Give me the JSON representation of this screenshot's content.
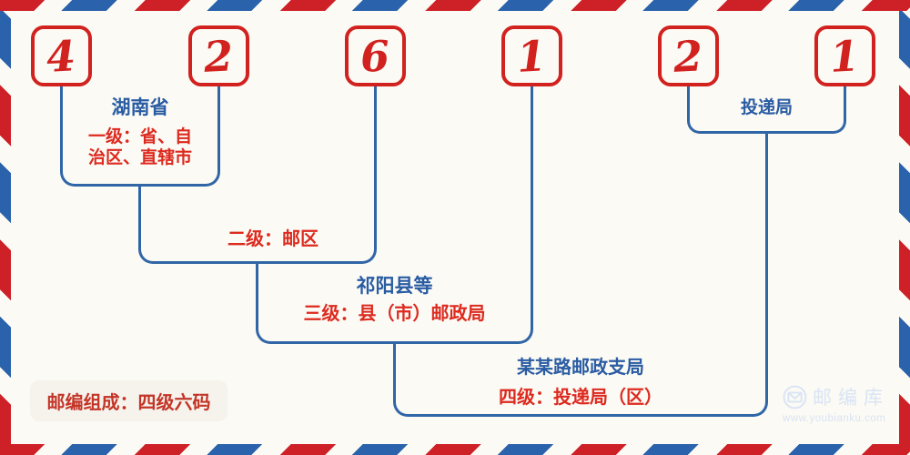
{
  "code_digits": [
    "4",
    "2",
    "6",
    "1",
    "2",
    "1"
  ],
  "level1": {
    "title": "湖南省",
    "desc_line1": "一级：省、自",
    "desc_line2": "治区、直辖市"
  },
  "level2": {
    "label": "二级：邮区"
  },
  "level3": {
    "title": "祁阳县等",
    "desc": "三级：县（市）邮政局"
  },
  "level4": {
    "title": "某某路邮政支局",
    "desc": "四级：投递局（区）"
  },
  "delivery_bracket": {
    "label": "投递局"
  },
  "badge": {
    "text": "邮编组成：四级六码"
  },
  "watermark": {
    "brand": "邮编库",
    "url": "www.youbianku.com",
    "icon": "envelope-icon"
  },
  "colors": {
    "stripe_red": "#ce2127",
    "stripe_blue": "#2a62ab",
    "digit_red": "#d1221f",
    "line_blue": "#3166a6",
    "label_red": "#dd2a1f",
    "label_blue": "#2a5ca3",
    "badge_bg": "#f6f2ec",
    "badge_text": "#c33527",
    "watermark_blue": "#d9e4f5",
    "background": "#fbfaf4"
  }
}
